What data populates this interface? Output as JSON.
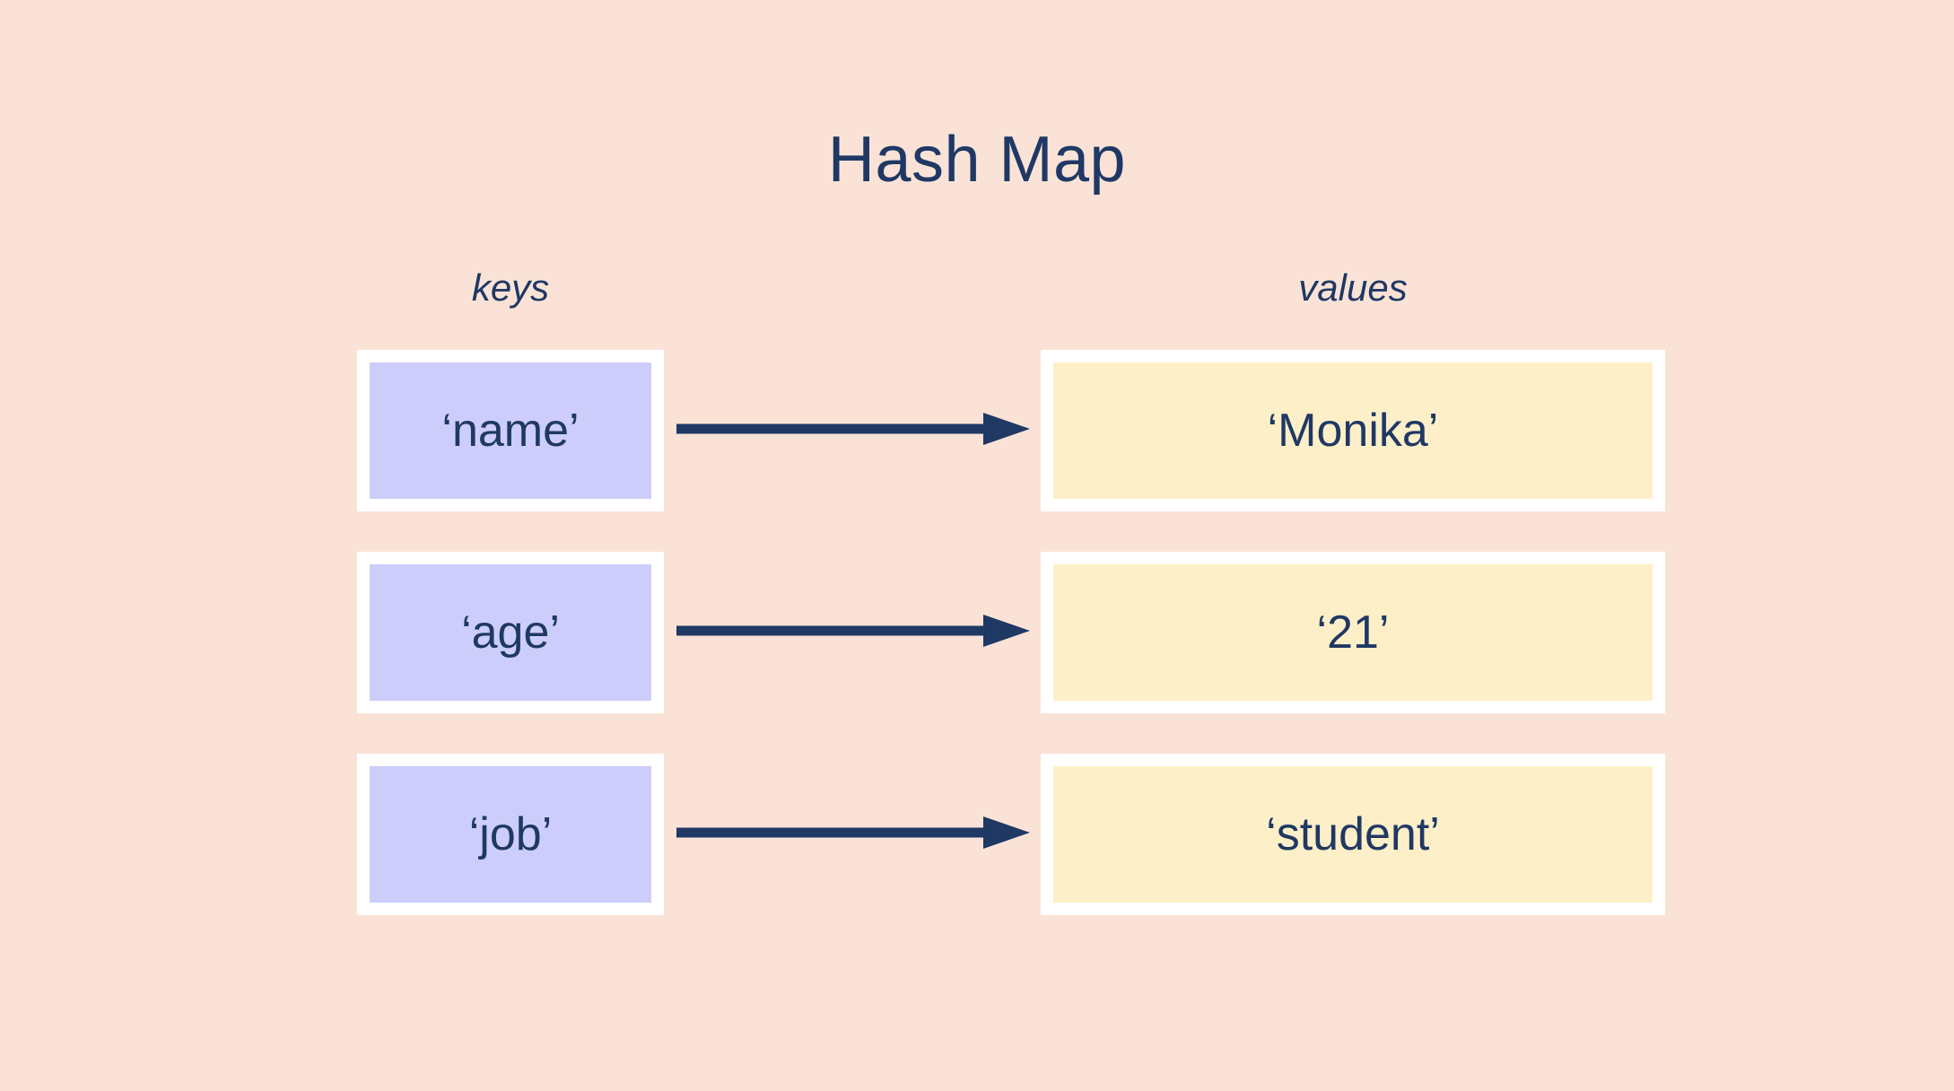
{
  "diagram": {
    "title": "Hash Map",
    "background_color": "#FAE3D6",
    "text_color": "#1F3864",
    "key_box_color": "#CCCDFA",
    "value_box_color": "#FDEFC7",
    "border_color": "#FFFFFF",
    "arrow_color": "#1F3864",
    "columns": {
      "keys_label": "keys",
      "values_label": "values"
    },
    "entries": [
      {
        "key": "‘name’",
        "value": "‘Monika’",
        "arrow": "right-arrow"
      },
      {
        "key": "‘age’",
        "value": "‘21’",
        "arrow": "right-arrow"
      },
      {
        "key": "‘job’",
        "value": "‘student’",
        "arrow": "right-arrow"
      }
    ]
  }
}
